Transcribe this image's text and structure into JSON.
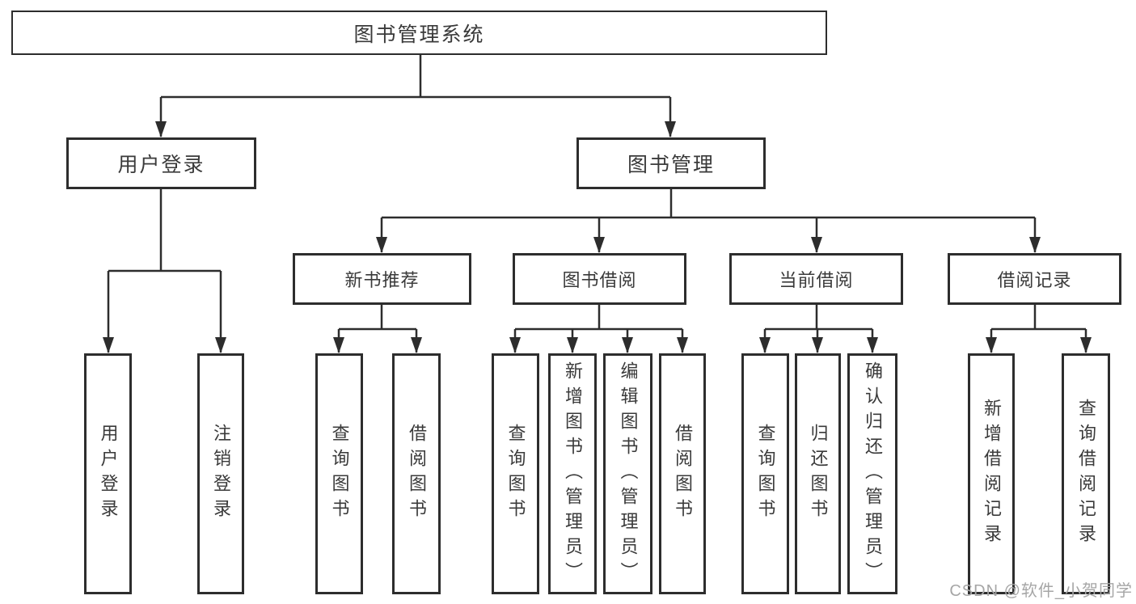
{
  "diagram": {
    "title": "图书管理系统",
    "root": {
      "label": "图书管理系统"
    },
    "level2": [
      {
        "id": "user-login",
        "label": "用户登录"
      },
      {
        "id": "book-management",
        "label": "图书管理"
      }
    ],
    "level3": [
      {
        "id": "new-book-recommend",
        "label": "新书推荐"
      },
      {
        "id": "book-borrow",
        "label": "图书借阅"
      },
      {
        "id": "current-borrow",
        "label": "当前借阅"
      },
      {
        "id": "borrow-records",
        "label": "借阅记录"
      }
    ],
    "leaves": {
      "user_login": [
        "用户登录",
        "注销登录"
      ],
      "new_book": [
        "查询图书",
        "借阅图书"
      ],
      "book_borrow": [
        "查询图书",
        "新增图书（管理员）",
        "编辑图书（管理员）",
        "借阅图书"
      ],
      "current_borrow": [
        "查询图书",
        "归还图书",
        "确认归还（管理员）"
      ],
      "borrow_records": [
        "新增借阅记录",
        "查询借阅记录"
      ]
    }
  },
  "watermark": {
    "text": "CSDN @软件_小贺同学"
  },
  "colors": {
    "line": "#2d2d2d",
    "border": "#2d2d2d",
    "text": "#3a3a3a",
    "watermark": "#a6a6a6",
    "background": "#ffffff"
  }
}
